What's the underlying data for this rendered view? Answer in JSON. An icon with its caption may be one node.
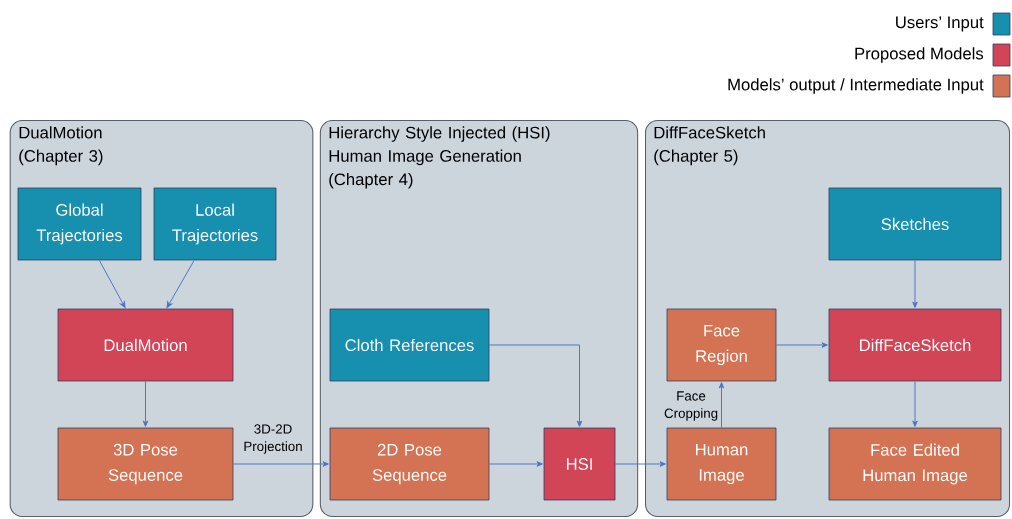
{
  "diagram": {
    "nodes": [
      {
        "text": [
          "DualMotion (Chapter 3)"
        ]
      },
      {
        "text": [
          "Global Trajectories"
        ],
        "in": 0
      },
      {
        "text": [
          "Local Trajectories"
        ],
        "in": 0
      },
      {
        "text": [
          "DualMotion"
        ],
        "in": 0
      },
      {
        "text": [
          "3D Pose Sequence"
        ],
        "in": 0
      },
      {
        "text": [
          "Hierarchy Style Injected (HSI) Human Image Generation (Chapter 4)"
        ]
      },
      {
        "text": [
          "Cloth References"
        ],
        "in": 5
      },
      {
        "text": [
          "2D Pose Sequence"
        ],
        "in": 5
      },
      {
        "text": [
          "HSI"
        ],
        "in": 5
      },
      {
        "text": [
          "DiffFaceSketch (Chapter 5)"
        ]
      },
      {
        "text": [
          "Sketches"
        ],
        "in": 9
      },
      {
        "text": [
          "Face Region"
        ],
        "in": 9
      },
      {
        "text": [
          "DiffFaceSketch"
        ],
        "in": 9
      },
      {
        "text": [
          "Human Image"
        ],
        "in": 9
      },
      {
        "text": [
          "Face Edited Human Image"
        ],
        "in": 9
      }
    ],
    "edges": [
      {
        "from": 1,
        "to": 3,
        "arrow": "to"
      },
      {
        "from": 2,
        "to": 3,
        "arrow": "to"
      },
      {
        "from": 3,
        "to": 4,
        "arrow": "to"
      },
      {
        "from": 4,
        "to": 7,
        "arrow": "to",
        "label": "3D-2D Projection"
      },
      {
        "from": 6,
        "to": 8,
        "arrow": "to"
      },
      {
        "from": 7,
        "to": 8,
        "arrow": "to"
      },
      {
        "from": 8,
        "to": 13,
        "arrow": "to"
      },
      {
        "from": 13,
        "to": 11,
        "arrow": "to",
        "label": "Face Cropping"
      },
      {
        "from": 11,
        "to": 12,
        "arrow": "to"
      },
      {
        "from": 10,
        "to": 12,
        "arrow": "to"
      },
      {
        "from": 12,
        "to": 14,
        "arrow": "to"
      }
    ],
    "legend": [
      {
        "text": "Users’ Input",
        "color": "#1790b0"
      },
      {
        "text": "Proposed Models",
        "color": "#d24556"
      },
      {
        "text": "Models’ output / Intermediate Input",
        "color": "#d47354"
      }
    ]
  }
}
